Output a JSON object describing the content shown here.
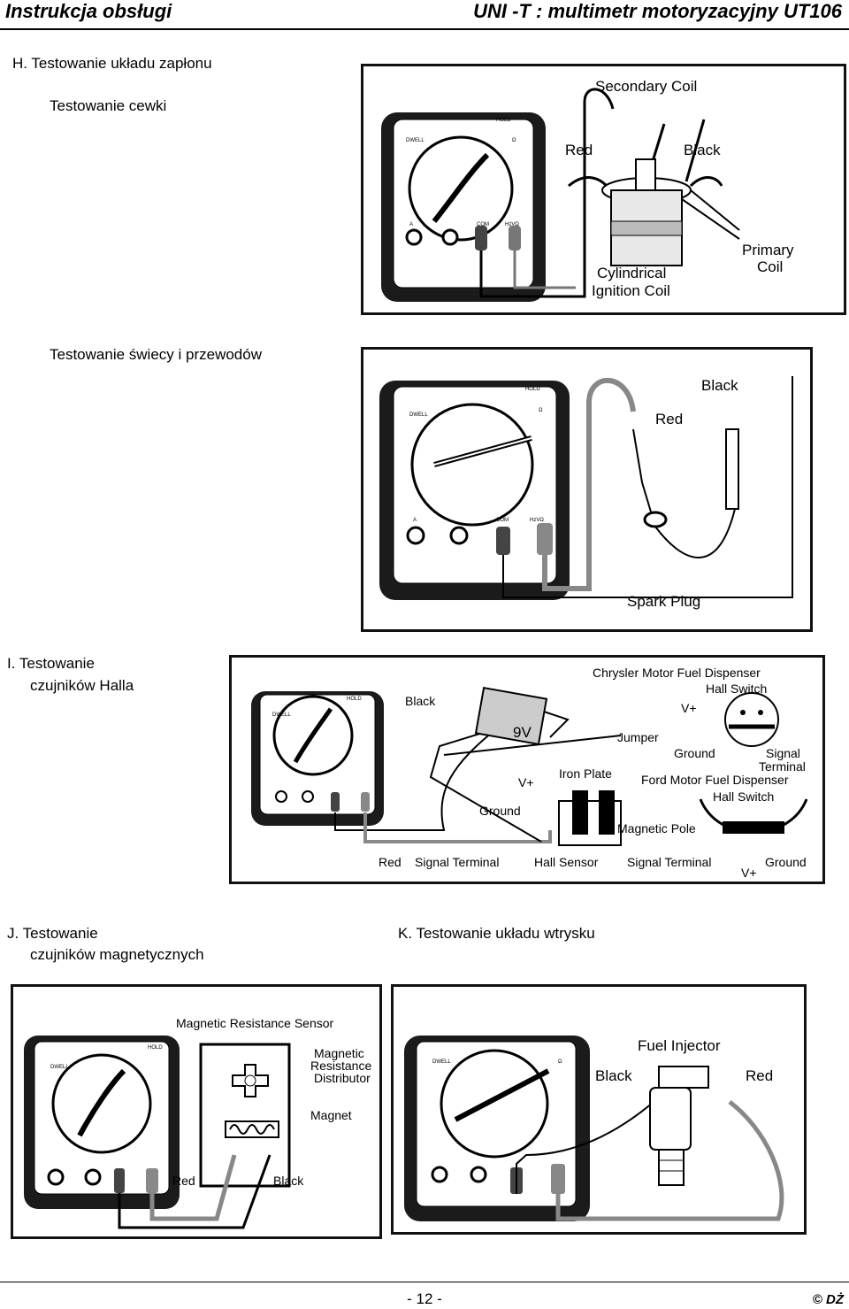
{
  "header": {
    "left": "Instrukcja obsługi",
    "right": "UNI -T :  multimetr motoryzacyjny  UT106"
  },
  "sections": {
    "h_title": "H.  Testowanie układu zapłonu",
    "h_sub1": "Testowanie cewki",
    "h_sub2": "Testowanie świecy i przewodów",
    "i_title_1": "I.  Testowanie",
    "i_title_2": "czujników Halla",
    "j_title_1": "J.  Testowanie",
    "j_title_2": "czujników magnetycznych",
    "k_title": "K.  Testowanie układu wtrysku"
  },
  "fig_coil": {
    "secondary_coil": "Secondary Coil",
    "red": "Red",
    "black": "Black",
    "primary_coil_1": "Primary",
    "primary_coil_2": "Coil",
    "cyl_1": "Cylindrical",
    "cyl_2": "Ignition Coil"
  },
  "fig_plug": {
    "black": "Black",
    "red": "Red",
    "spark_plug": "Spark Plug"
  },
  "fig_hall": {
    "chrysler": "Chrysler Motor Fuel Dispenser",
    "hall_switch": "Hall Switch",
    "black": "Black",
    "battery": "9V",
    "jumper": "Jumper",
    "ground": "Ground",
    "signal_terminal_1": "Signal",
    "signal_terminal_2": "Terminal",
    "vplus": "V+",
    "iron_plate": "Iron Plate",
    "ford": "Ford Motor Fuel Dispenser",
    "hall_switch2": "Hall Switch",
    "ground2": "Ground",
    "magnetic_pole": "Magnetic Pole",
    "red": "Red",
    "signal_terminal": "Signal Terminal",
    "hall_sensor": "Hall Sensor",
    "signal_terminal_b": "Signal Terminal",
    "ground3": "Ground"
  },
  "fig_mag": {
    "title": "Magnetic Resistance Sensor",
    "distributor_1": "Magnetic",
    "distributor_2": "Resistance",
    "distributor_3": "Distributor",
    "magnet": "Magnet",
    "red": "Red",
    "black": "Black"
  },
  "fig_inj": {
    "title": "Fuel Injector",
    "black": "Black",
    "red": "Red"
  },
  "meter": {
    "hold": "HOLD",
    "dwell": "DWELL",
    "ohm": "Ω",
    "com": "COM",
    "a": "A",
    "hzv": "HzVΩ"
  },
  "footer": {
    "page": "- 12 -",
    "copyright": "© DŻ"
  }
}
